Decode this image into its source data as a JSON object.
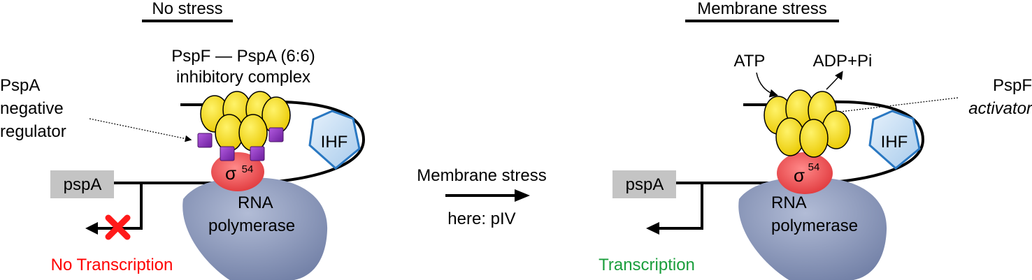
{
  "left_panel": {
    "heading": "No stress",
    "complex_label_line1": "PspF — PspA (6:6)",
    "complex_label_line2": "inhibitory complex",
    "regulator_line1": "PspA",
    "regulator_line2": "negative",
    "regulator_line3": "regulator",
    "ihf": "IHF",
    "sigma": "σ",
    "sigma_sup": "54",
    "gene": "pspA",
    "polymerase_line1": "RNA",
    "polymerase_line2": "polymerase",
    "outcome": "No Transcription"
  },
  "middle": {
    "arrow_label_top": "Membrane stress",
    "arrow_label_bottom": "here: pIV"
  },
  "right_panel": {
    "heading": "Membrane stress",
    "atp": "ATP",
    "adp": "ADP+Pi",
    "activator_line1": "PspF",
    "activator_line2": "activator",
    "ihf": "IHF",
    "sigma": "σ",
    "sigma_sup": "54",
    "gene": "pspA",
    "polymerase_line1": "RNA",
    "polymerase_line2": "polymerase",
    "outcome": "Transcription"
  },
  "colors": {
    "pspf_fill": "#f5d800",
    "pspa_fill": "#8a2fbf",
    "sigma_fill": "#e8474b",
    "ihf_fill": "#bcd7f0",
    "ihf_stroke": "#2a78c2",
    "polymerase_fill": "#8c98ba",
    "gene_box": "#c4c4c4",
    "no_transcription": "#ff0000",
    "transcription": "#1a9e3c",
    "block_cross": "#ff1a1a"
  }
}
